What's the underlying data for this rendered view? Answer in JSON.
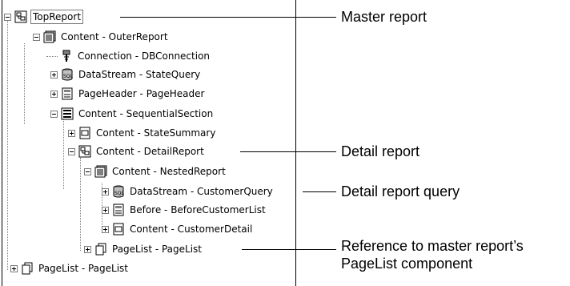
{
  "tree": {
    "nodes": [
      {
        "label": "TopReport",
        "icon": "report-icon",
        "expander": "minus"
      },
      {
        "label": "Content - OuterReport",
        "icon": "frame-icon",
        "expander": "minus"
      },
      {
        "label": "Connection - DBConnection",
        "icon": "connection-icon",
        "expander": "none"
      },
      {
        "label": "DataStream - StateQuery",
        "icon": "sql-datastream-icon",
        "expander": "plus"
      },
      {
        "label": "PageHeader - PageHeader",
        "icon": "page-header-icon",
        "expander": "plus"
      },
      {
        "label": "Content - SequentialSection",
        "icon": "section-icon",
        "expander": "minus"
      },
      {
        "label": "Content - StateSummary",
        "icon": "frame-small-icon",
        "expander": "plus"
      },
      {
        "label": "Content - DetailReport",
        "icon": "report-icon",
        "expander": "minus"
      },
      {
        "label": "Content - NestedReport",
        "icon": "frame-icon",
        "expander": "minus"
      },
      {
        "label": "DataStream - CustomerQuery",
        "icon": "sql-datastream-icon",
        "expander": "plus"
      },
      {
        "label": "Before - BeforeCustomerList",
        "icon": "page-header-icon",
        "expander": "plus"
      },
      {
        "label": "Content - CustomerDetail",
        "icon": "frame-small-icon",
        "expander": "plus"
      },
      {
        "label": "PageList - PageList",
        "icon": "pagelist-icon",
        "expander": "plus"
      },
      {
        "label": "PageList - PageList",
        "icon": "pagelist-icon",
        "expander": "plus"
      }
    ]
  },
  "callouts": {
    "master": "Master report",
    "detail": "Detail report",
    "detail_query": "Detail report query",
    "reference_line1": "Reference to master report’s",
    "reference_line2": "PageList component"
  },
  "colors": {
    "panel_border": "#000000",
    "guide": "#808080",
    "expander_border": "#7a7a7a"
  }
}
